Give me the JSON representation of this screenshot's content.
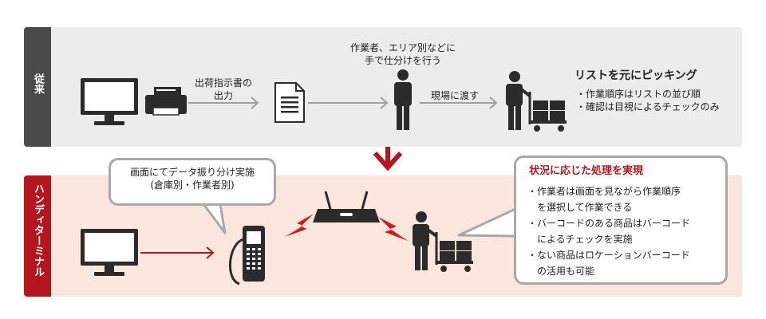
{
  "rows": {
    "conventional": "従来",
    "handy": "ハンディターミナル"
  },
  "top": {
    "print_label": [
      "出荷指示書の",
      "出力"
    ],
    "sort_label": [
      "作業者、エリア別などに",
      "手で仕分けを行う"
    ],
    "handover_label": "現場に渡す",
    "picking_title": "リストを元にピッキング",
    "picking_bullets": [
      "・作業順序はリストの並び順",
      "・確認は目視によるチェックのみ"
    ]
  },
  "bottom": {
    "callout_left": [
      "画面にてデータ振り分け実施",
      "(倉庫別・作業者別)"
    ],
    "callout_right_title": "状況に応じた処理を実現",
    "callout_right_lines": [
      "・作業者は画面を見ながら作業順序",
      "　を選択して作業できる",
      "・バーコードのある商品はバーコード",
      "　によるチェックを実施",
      "・ない商品はロケーションバーコード",
      "　の活用も可能"
    ]
  },
  "colors": {
    "accent_red": "#b5161d",
    "dark_gray": "#4a4a4a",
    "light_gray": "#ececec",
    "pink_band": "#fbe6dd",
    "icon_dark": "#2b2b2b",
    "arrow_gray": "#a0a0a0"
  },
  "icons": [
    "monitor-icon",
    "printer-icon",
    "document-icon",
    "worker-icon",
    "worker-with-cart-icon",
    "handheld-terminal-icon",
    "wireless-router-icon",
    "lightning-icon"
  ]
}
